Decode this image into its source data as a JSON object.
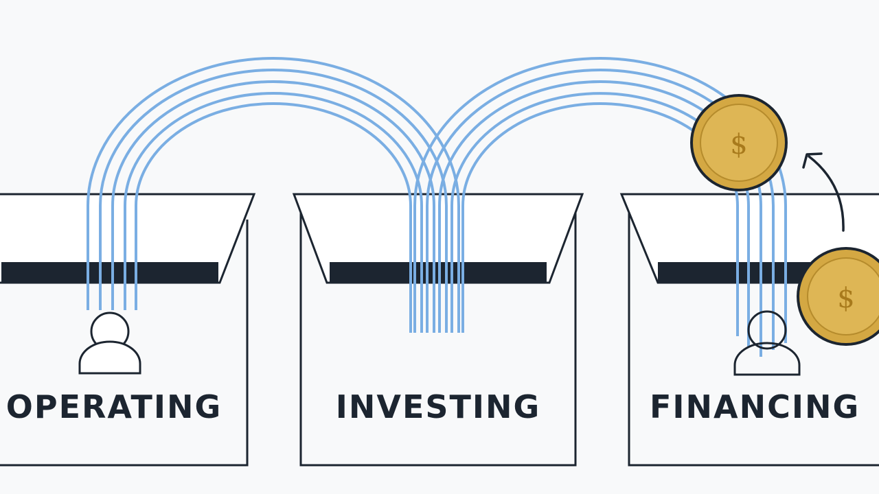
{
  "boxes": [
    {
      "id": "operating",
      "label": "OPERATING",
      "icon": "person-icon"
    },
    {
      "id": "investing",
      "label": "INVESTING",
      "icon": "none"
    },
    {
      "id": "financing",
      "label": "FINANCING",
      "icon": "person-icon"
    }
  ],
  "coins": [
    {
      "symbol": "$",
      "icon": "coin-icon"
    },
    {
      "symbol": "$",
      "icon": "coin-icon"
    }
  ],
  "colors": {
    "background": "#f8f9fa",
    "line": "#1c2530",
    "flow": "#7aaee3",
    "coin_fill": "#d4a843",
    "coin_rim": "#1c2530",
    "coin_symbol": "#a87a1c"
  }
}
